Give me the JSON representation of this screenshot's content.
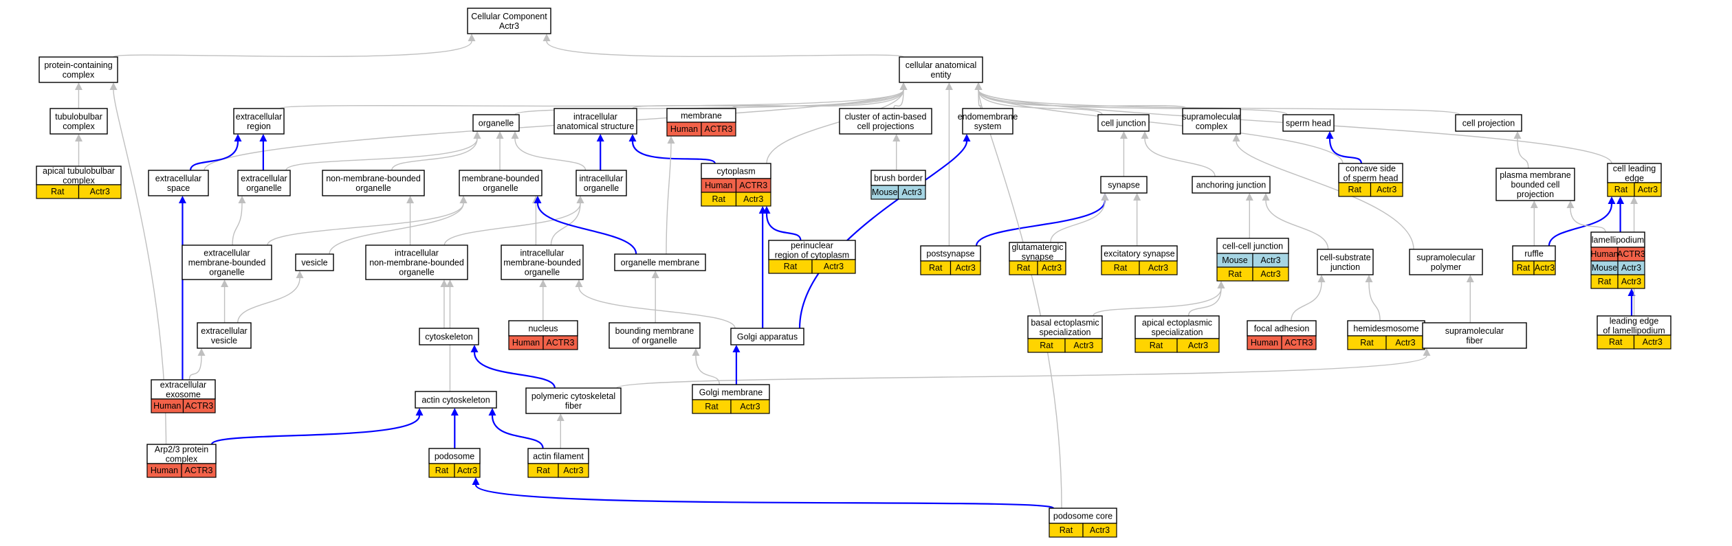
{
  "colors": {
    "human": "#f26249",
    "rat": "#ffd400",
    "mouse": "#a6d5e3",
    "is_a_edge": "#bfbfbf",
    "part_of_edge": "#0000ff"
  },
  "nodes": [
    {
      "id": "cc",
      "lines": [
        "Cellular Component",
        "Actr3"
      ]
    },
    {
      "id": "pcc",
      "lines": [
        "protein-containing",
        "complex"
      ]
    },
    {
      "id": "cae",
      "lines": [
        "cellular anatomical",
        "entity"
      ]
    },
    {
      "id": "tub",
      "lines": [
        "tubulobulbar",
        "complex"
      ]
    },
    {
      "id": "atc",
      "lines": [
        "apical tubulobulbar",
        "complex"
      ],
      "ann": [
        "Rat",
        "Actr3"
      ]
    },
    {
      "id": "exr",
      "lines": [
        "extracellular",
        "region"
      ]
    },
    {
      "id": "org",
      "lines": [
        "organelle"
      ]
    },
    {
      "id": "ias",
      "lines": [
        "intracellular",
        "anatomical structure"
      ]
    },
    {
      "id": "mem",
      "lines": [
        "membrane"
      ],
      "ann": [
        "Human",
        "ACTR3"
      ]
    },
    {
      "id": "clu",
      "lines": [
        "cluster of actin-based",
        "cell projections"
      ]
    },
    {
      "id": "ems",
      "lines": [
        "endomembrane",
        "system"
      ]
    },
    {
      "id": "cj",
      "lines": [
        "cell junction"
      ]
    },
    {
      "id": "smc",
      "lines": [
        "supramolecular",
        "complex"
      ]
    },
    {
      "id": "sh",
      "lines": [
        "sperm head"
      ]
    },
    {
      "id": "cp",
      "lines": [
        "cell projection"
      ]
    },
    {
      "id": "exs",
      "lines": [
        "extracellular",
        "space"
      ]
    },
    {
      "id": "exo",
      "lines": [
        "extracellular",
        "organelle"
      ]
    },
    {
      "id": "nmbo",
      "lines": [
        "non-membrane-bounded",
        "organelle"
      ]
    },
    {
      "id": "mbo",
      "lines": [
        "membrane-bounded",
        "organelle"
      ]
    },
    {
      "id": "io",
      "lines": [
        "intracellular",
        "organelle"
      ]
    },
    {
      "id": "cyt",
      "lines": [
        "cytoplasm"
      ],
      "ann": [
        "Human",
        "ACTR3"
      ],
      "ann2": [
        "Rat",
        "Actr3"
      ]
    },
    {
      "id": "bb",
      "lines": [
        "brush border"
      ],
      "ann": [
        "Mouse",
        "Actr3"
      ]
    },
    {
      "id": "syn",
      "lines": [
        "synapse"
      ]
    },
    {
      "id": "aj",
      "lines": [
        "anchoring junction"
      ]
    },
    {
      "id": "csh",
      "lines": [
        "concave side",
        "of sperm head"
      ],
      "ann": [
        "Rat",
        "Actr3"
      ]
    },
    {
      "id": "pmb",
      "lines": [
        "plasma membrane",
        "bounded cell",
        "projection"
      ]
    },
    {
      "id": "cle",
      "lines": [
        "cell leading",
        "edge"
      ],
      "ann": [
        "Rat",
        "Actr3"
      ]
    },
    {
      "id": "emo",
      "lines": [
        "extracellular",
        "membrane-bounded",
        "organelle"
      ]
    },
    {
      "id": "ves",
      "lines": [
        "vesicle"
      ]
    },
    {
      "id": "inmo",
      "lines": [
        "intracellular",
        "non-membrane-bounded",
        "organelle"
      ]
    },
    {
      "id": "imbo",
      "lines": [
        "intracellular",
        "membrane-bounded",
        "organelle"
      ]
    },
    {
      "id": "om",
      "lines": [
        "organelle membrane"
      ]
    },
    {
      "id": "prc",
      "lines": [
        "perinuclear",
        "region of cytoplasm"
      ],
      "ann": [
        "Rat",
        "Actr3"
      ]
    },
    {
      "id": "ps",
      "lines": [
        "postsynapse"
      ],
      "ann": [
        "Rat",
        "Actr3"
      ]
    },
    {
      "id": "gs",
      "lines": [
        "glutamatergic",
        "synapse"
      ],
      "ann": [
        "Rat",
        "Actr3"
      ]
    },
    {
      "id": "es",
      "lines": [
        "excitatory synapse"
      ],
      "ann": [
        "Rat",
        "Actr3"
      ]
    },
    {
      "id": "ccj",
      "lines": [
        "cell-cell junction"
      ],
      "ann": [
        "Mouse",
        "Actr3"
      ],
      "ann2": [
        "Rat",
        "Actr3"
      ]
    },
    {
      "id": "csj",
      "lines": [
        "cell-substrate",
        "junction"
      ]
    },
    {
      "id": "smp",
      "lines": [
        "supramolecular",
        "polymer"
      ]
    },
    {
      "id": "ruf",
      "lines": [
        "ruffle"
      ],
      "ann": [
        "Rat",
        "Actr3"
      ]
    },
    {
      "id": "lam",
      "lines": [
        "lamellipodium"
      ],
      "ann": [
        "Human",
        "ACTR3"
      ],
      "ann2": [
        "Mouse",
        "Actr3"
      ],
      "ann3": [
        "Rat",
        "Actr3"
      ]
    },
    {
      "id": "exv",
      "lines": [
        "extracellular",
        "vesicle"
      ]
    },
    {
      "id": "csk",
      "lines": [
        "cytoskeleton"
      ]
    },
    {
      "id": "nuc",
      "lines": [
        "nucleus"
      ],
      "ann": [
        "Human",
        "ACTR3"
      ]
    },
    {
      "id": "bmo",
      "lines": [
        "bounding membrane",
        "of organelle"
      ]
    },
    {
      "id": "ga",
      "lines": [
        "Golgi apparatus"
      ]
    },
    {
      "id": "bes",
      "lines": [
        "basal ectoplasmic",
        "specialization"
      ],
      "ann": [
        "Rat",
        "Actr3"
      ]
    },
    {
      "id": "aes",
      "lines": [
        "apical ectoplasmic",
        "specialization"
      ],
      "ann": [
        "Rat",
        "Actr3"
      ]
    },
    {
      "id": "fa",
      "lines": [
        "focal adhesion"
      ],
      "ann": [
        "Human",
        "ACTR3"
      ]
    },
    {
      "id": "hd",
      "lines": [
        "hemidesmosome"
      ],
      "ann": [
        "Rat",
        "Actr3"
      ]
    },
    {
      "id": "smf",
      "lines": [
        "supramolecular",
        "fiber"
      ]
    },
    {
      "id": "lel",
      "lines": [
        "leading edge",
        "of lamellipodium"
      ],
      "ann": [
        "Rat",
        "Actr3"
      ]
    },
    {
      "id": "exe",
      "lines": [
        "extracellular",
        "exosome"
      ],
      "ann": [
        "Human",
        "ACTR3"
      ]
    },
    {
      "id": "pcf",
      "lines": [
        "polymeric cytoskeletal",
        "fiber"
      ]
    },
    {
      "id": "gm",
      "lines": [
        "Golgi membrane"
      ],
      "ann": [
        "Rat",
        "Actr3"
      ]
    },
    {
      "id": "acs",
      "lines": [
        "actin cytoskeleton"
      ]
    },
    {
      "id": "arp",
      "lines": [
        "Arp2/3 protein",
        "complex"
      ],
      "ann": [
        "Human",
        "ACTR3"
      ]
    },
    {
      "id": "pod",
      "lines": [
        "podosome"
      ],
      "ann": [
        "Rat",
        "Actr3"
      ]
    },
    {
      "id": "af",
      "lines": [
        "actin filament"
      ],
      "ann": [
        "Rat",
        "Actr3"
      ]
    },
    {
      "id": "pc",
      "lines": [
        "podosome core"
      ],
      "ann": [
        "Rat",
        "Actr3"
      ]
    }
  ],
  "edges": [
    {
      "from": "pcc",
      "to": "cc",
      "type": "is_a"
    },
    {
      "from": "cae",
      "to": "cc",
      "type": "is_a"
    },
    {
      "from": "tub",
      "to": "pcc",
      "type": "is_a"
    },
    {
      "from": "atc",
      "to": "tub",
      "type": "is_a"
    },
    {
      "from": "exr",
      "to": "cae",
      "type": "is_a"
    },
    {
      "from": "org",
      "to": "cae",
      "type": "is_a"
    },
    {
      "from": "ias",
      "to": "cae",
      "type": "is_a"
    },
    {
      "from": "mem",
      "to": "cae",
      "type": "is_a"
    },
    {
      "from": "clu",
      "to": "cae",
      "type": "is_a"
    },
    {
      "from": "ems",
      "to": "cae",
      "type": "is_a"
    },
    {
      "from": "cj",
      "to": "cae",
      "type": "is_a"
    },
    {
      "from": "smc",
      "to": "cae",
      "type": "is_a"
    },
    {
      "from": "sh",
      "to": "cae",
      "type": "is_a"
    },
    {
      "from": "cp",
      "to": "cae",
      "type": "is_a"
    },
    {
      "from": "exs",
      "to": "cae",
      "type": "is_a"
    },
    {
      "from": "exs",
      "to": "exr",
      "type": "part_of"
    },
    {
      "from": "exo",
      "to": "exr",
      "type": "part_of"
    },
    {
      "from": "exo",
      "to": "org",
      "type": "is_a"
    },
    {
      "from": "nmbo",
      "to": "org",
      "type": "is_a"
    },
    {
      "from": "mbo",
      "to": "org",
      "type": "is_a"
    },
    {
      "from": "io",
      "to": "org",
      "type": "is_a"
    },
    {
      "from": "io",
      "to": "ias",
      "type": "part_of"
    },
    {
      "from": "cyt",
      "to": "ias",
      "type": "part_of"
    },
    {
      "from": "cyt",
      "to": "cae",
      "type": "is_a"
    },
    {
      "from": "bb",
      "to": "clu",
      "type": "is_a"
    },
    {
      "from": "syn",
      "to": "cj",
      "type": "is_a"
    },
    {
      "from": "aj",
      "to": "cj",
      "type": "is_a"
    },
    {
      "from": "csh",
      "to": "sh",
      "type": "part_of"
    },
    {
      "from": "csh",
      "to": "cae",
      "type": "is_a"
    },
    {
      "from": "pmb",
      "to": "cp",
      "type": "is_a"
    },
    {
      "from": "cle",
      "to": "cae",
      "type": "is_a"
    },
    {
      "from": "emo",
      "to": "exo",
      "type": "is_a"
    },
    {
      "from": "emo",
      "to": "mbo",
      "type": "is_a"
    },
    {
      "from": "ves",
      "to": "mbo",
      "type": "is_a"
    },
    {
      "from": "inmo",
      "to": "nmbo",
      "type": "is_a"
    },
    {
      "from": "inmo",
      "to": "io",
      "type": "is_a"
    },
    {
      "from": "imbo",
      "to": "mbo",
      "type": "is_a"
    },
    {
      "from": "imbo",
      "to": "io",
      "type": "is_a"
    },
    {
      "from": "om",
      "to": "mem",
      "type": "is_a"
    },
    {
      "from": "om",
      "to": "mbo",
      "type": "part_of"
    },
    {
      "from": "prc",
      "to": "cyt",
      "type": "part_of"
    },
    {
      "from": "ps",
      "to": "syn",
      "type": "part_of"
    },
    {
      "from": "ps",
      "to": "cae",
      "type": "is_a"
    },
    {
      "from": "gs",
      "to": "syn",
      "type": "is_a"
    },
    {
      "from": "es",
      "to": "syn",
      "type": "is_a"
    },
    {
      "from": "ccj",
      "to": "aj",
      "type": "is_a"
    },
    {
      "from": "csj",
      "to": "aj",
      "type": "is_a"
    },
    {
      "from": "smp",
      "to": "smc",
      "type": "is_a"
    },
    {
      "from": "ruf",
      "to": "pmb",
      "type": "is_a"
    },
    {
      "from": "ruf",
      "to": "cle",
      "type": "part_of"
    },
    {
      "from": "lam",
      "to": "pmb",
      "type": "is_a"
    },
    {
      "from": "lam",
      "to": "cle",
      "type": "part_of"
    },
    {
      "from": "exv",
      "to": "emo",
      "type": "is_a"
    },
    {
      "from": "exv",
      "to": "ves",
      "type": "is_a"
    },
    {
      "from": "csk",
      "to": "inmo",
      "type": "is_a"
    },
    {
      "from": "nuc",
      "to": "imbo",
      "type": "is_a"
    },
    {
      "from": "bmo",
      "to": "om",
      "type": "is_a"
    },
    {
      "from": "ga",
      "to": "imbo",
      "type": "is_a"
    },
    {
      "from": "ga",
      "to": "ems",
      "type": "part_of"
    },
    {
      "from": "ga",
      "to": "cyt",
      "type": "part_of"
    },
    {
      "from": "bes",
      "to": "ccj",
      "type": "is_a"
    },
    {
      "from": "aes",
      "to": "ccj",
      "type": "is_a"
    },
    {
      "from": "fa",
      "to": "csj",
      "type": "is_a"
    },
    {
      "from": "hd",
      "to": "csj",
      "type": "is_a"
    },
    {
      "from": "smf",
      "to": "smp",
      "type": "is_a"
    },
    {
      "from": "lel",
      "to": "lam",
      "type": "part_of"
    },
    {
      "from": "lel",
      "to": "cle",
      "type": "is_a"
    },
    {
      "from": "exe",
      "to": "exs",
      "type": "part_of"
    },
    {
      "from": "exe",
      "to": "exv",
      "type": "is_a"
    },
    {
      "from": "pcf",
      "to": "csk",
      "type": "part_of"
    },
    {
      "from": "pcf",
      "to": "smf",
      "type": "is_a"
    },
    {
      "from": "gm",
      "to": "bmo",
      "type": "is_a"
    },
    {
      "from": "gm",
      "to": "ga",
      "type": "part_of"
    },
    {
      "from": "acs",
      "to": "inmo",
      "type": "is_a"
    },
    {
      "from": "arp",
      "to": "acs",
      "type": "part_of"
    },
    {
      "from": "arp",
      "to": "pcc",
      "type": "is_a"
    },
    {
      "from": "pod",
      "to": "acs",
      "type": "part_of"
    },
    {
      "from": "af",
      "to": "acs",
      "type": "part_of"
    },
    {
      "from": "af",
      "to": "pcf",
      "type": "is_a"
    },
    {
      "from": "pc",
      "to": "pod",
      "type": "part_of"
    },
    {
      "from": "pc",
      "to": "cae",
      "type": "is_a"
    }
  ]
}
